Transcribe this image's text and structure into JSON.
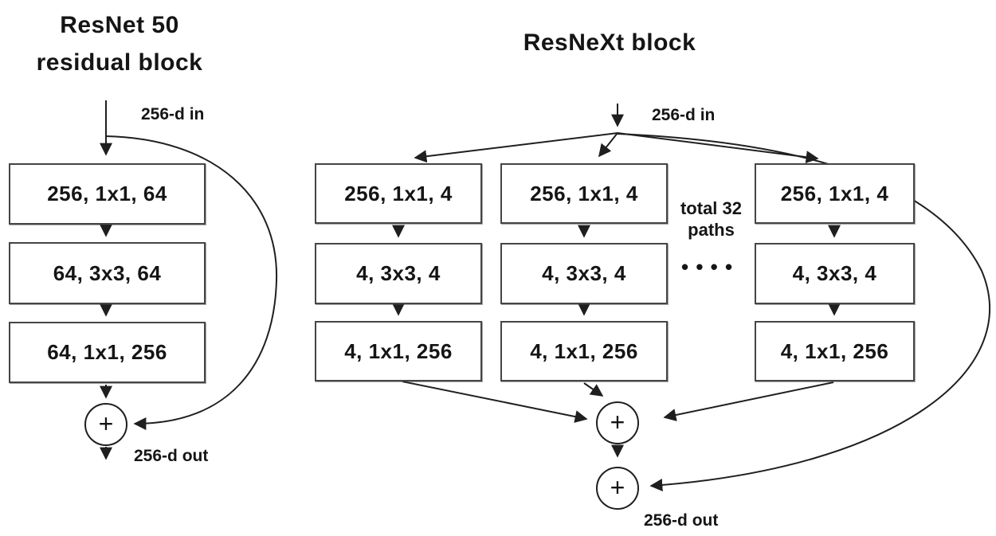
{
  "resnet_block": {
    "title_lines": [
      "ResNet 50",
      "residual block"
    ],
    "input_label": "256-d in",
    "output_label": "256-d out",
    "sum_operator": "+",
    "layers": [
      "256, 1x1, 64",
      "64, 3x3, 64",
      "64, 1x1, 256"
    ]
  },
  "resnext_block": {
    "title": "ResNeXt block",
    "input_label": "256-d in",
    "output_label": "256-d out",
    "sum_operator": "+",
    "paths_annotation": [
      "total 32",
      "paths"
    ],
    "ellipsis_dots": "• • • •",
    "columns": [
      {
        "layers": [
          "256, 1x1, 4",
          "4, 3x3, 4",
          "4, 1x1, 256"
        ]
      },
      {
        "layers": [
          "256, 1x1, 4",
          "4, 3x3, 4",
          "4, 1x1, 256"
        ]
      },
      {
        "layers": [
          "256, 1x1, 4",
          "4, 3x3, 4",
          "4, 1x1, 256"
        ]
      }
    ]
  },
  "colors": {
    "line": "#1f1f1f",
    "box_border": "#454545",
    "text": "#151515",
    "background": "#ffffff"
  }
}
